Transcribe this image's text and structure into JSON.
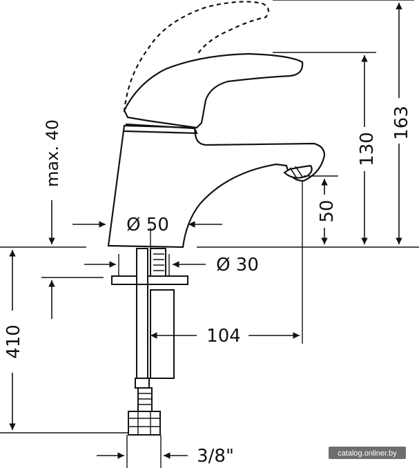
{
  "labels": {
    "max40": "max. 40",
    "d50": "Ø 50",
    "d30": "Ø 30",
    "dim50": "50",
    "dim130": "130",
    "dim163": "163",
    "dim410": "410",
    "dim104": "104",
    "dim38": "3/8\""
  },
  "watermark": "catalog.onliner.by",
  "colors": {
    "line": "#111111",
    "background": "#ffffff",
    "watermark_bg": "#555555"
  }
}
